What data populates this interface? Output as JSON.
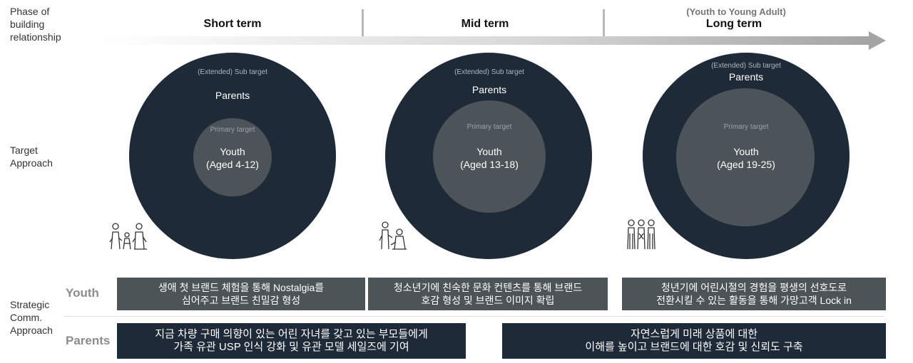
{
  "labels": {
    "phase_of_building_relationship": "Phase of\nbuilding\nrelationship",
    "target_approach": "Target\nApproach",
    "strategic_comm_approach": "Strategic\nComm.\nApproach"
  },
  "phases": [
    {
      "title": "Short term",
      "subtitle": ""
    },
    {
      "title": "Mid term",
      "subtitle": ""
    },
    {
      "title": "Long term",
      "subtitle": "(Youth to Young Adult)"
    }
  ],
  "circles": [
    {
      "sub_target": "(Extended) Sub target",
      "parents": "Parents",
      "primary_target": "Primary target",
      "youth": "Youth",
      "age": "(Aged 4-12)",
      "figure_icon": "family-with-child-icon"
    },
    {
      "sub_target": "(Extended) Sub target",
      "parents": "Parents",
      "primary_target": "Primary target",
      "youth": "Youth",
      "age": "(Aged 13-18)",
      "figure_icon": "teen-with-parent-icon"
    },
    {
      "sub_target": "(Extended) Sub target",
      "parents": "Parents",
      "primary_target": "Primary target",
      "youth": "Youth",
      "age": "(Aged 19-25)",
      "figure_icon": "adult-family-icon"
    }
  ],
  "rows": {
    "youth_label": "Youth",
    "parents_label": "Parents"
  },
  "youth_boxes": [
    "생애 첫 브랜드 체험을 통해 Nostalgia를\n심어주고 브랜드 친밀감 형성",
    "청소년기에 친숙한 문화 컨텐츠를 통해 브랜드\n호감 형성 및 브랜드 이미지 확립",
    "청년기에 어린시절의 경험을 평생의 선호도로\n전환시킬 수 있는 활동을 통해 가망고객 Lock in"
  ],
  "parents_boxes": [
    "지금 차량 구매 의향이 있는 어린 자녀를 갖고 있는 부모들에게\n가족 유관 USP 인식 강화 및 유관 모델 세일즈에 기여",
    "자연스럽게 미래 상품에 대한\n이해를 높이고 브랜드에 대한 호감 및 신뢰도 구축"
  ],
  "colors": {
    "outer_circle": "#1e2a38",
    "inner_circle": "#4c5359",
    "youth_box": "#4d5458",
    "parents_box": "#1e2a38"
  }
}
